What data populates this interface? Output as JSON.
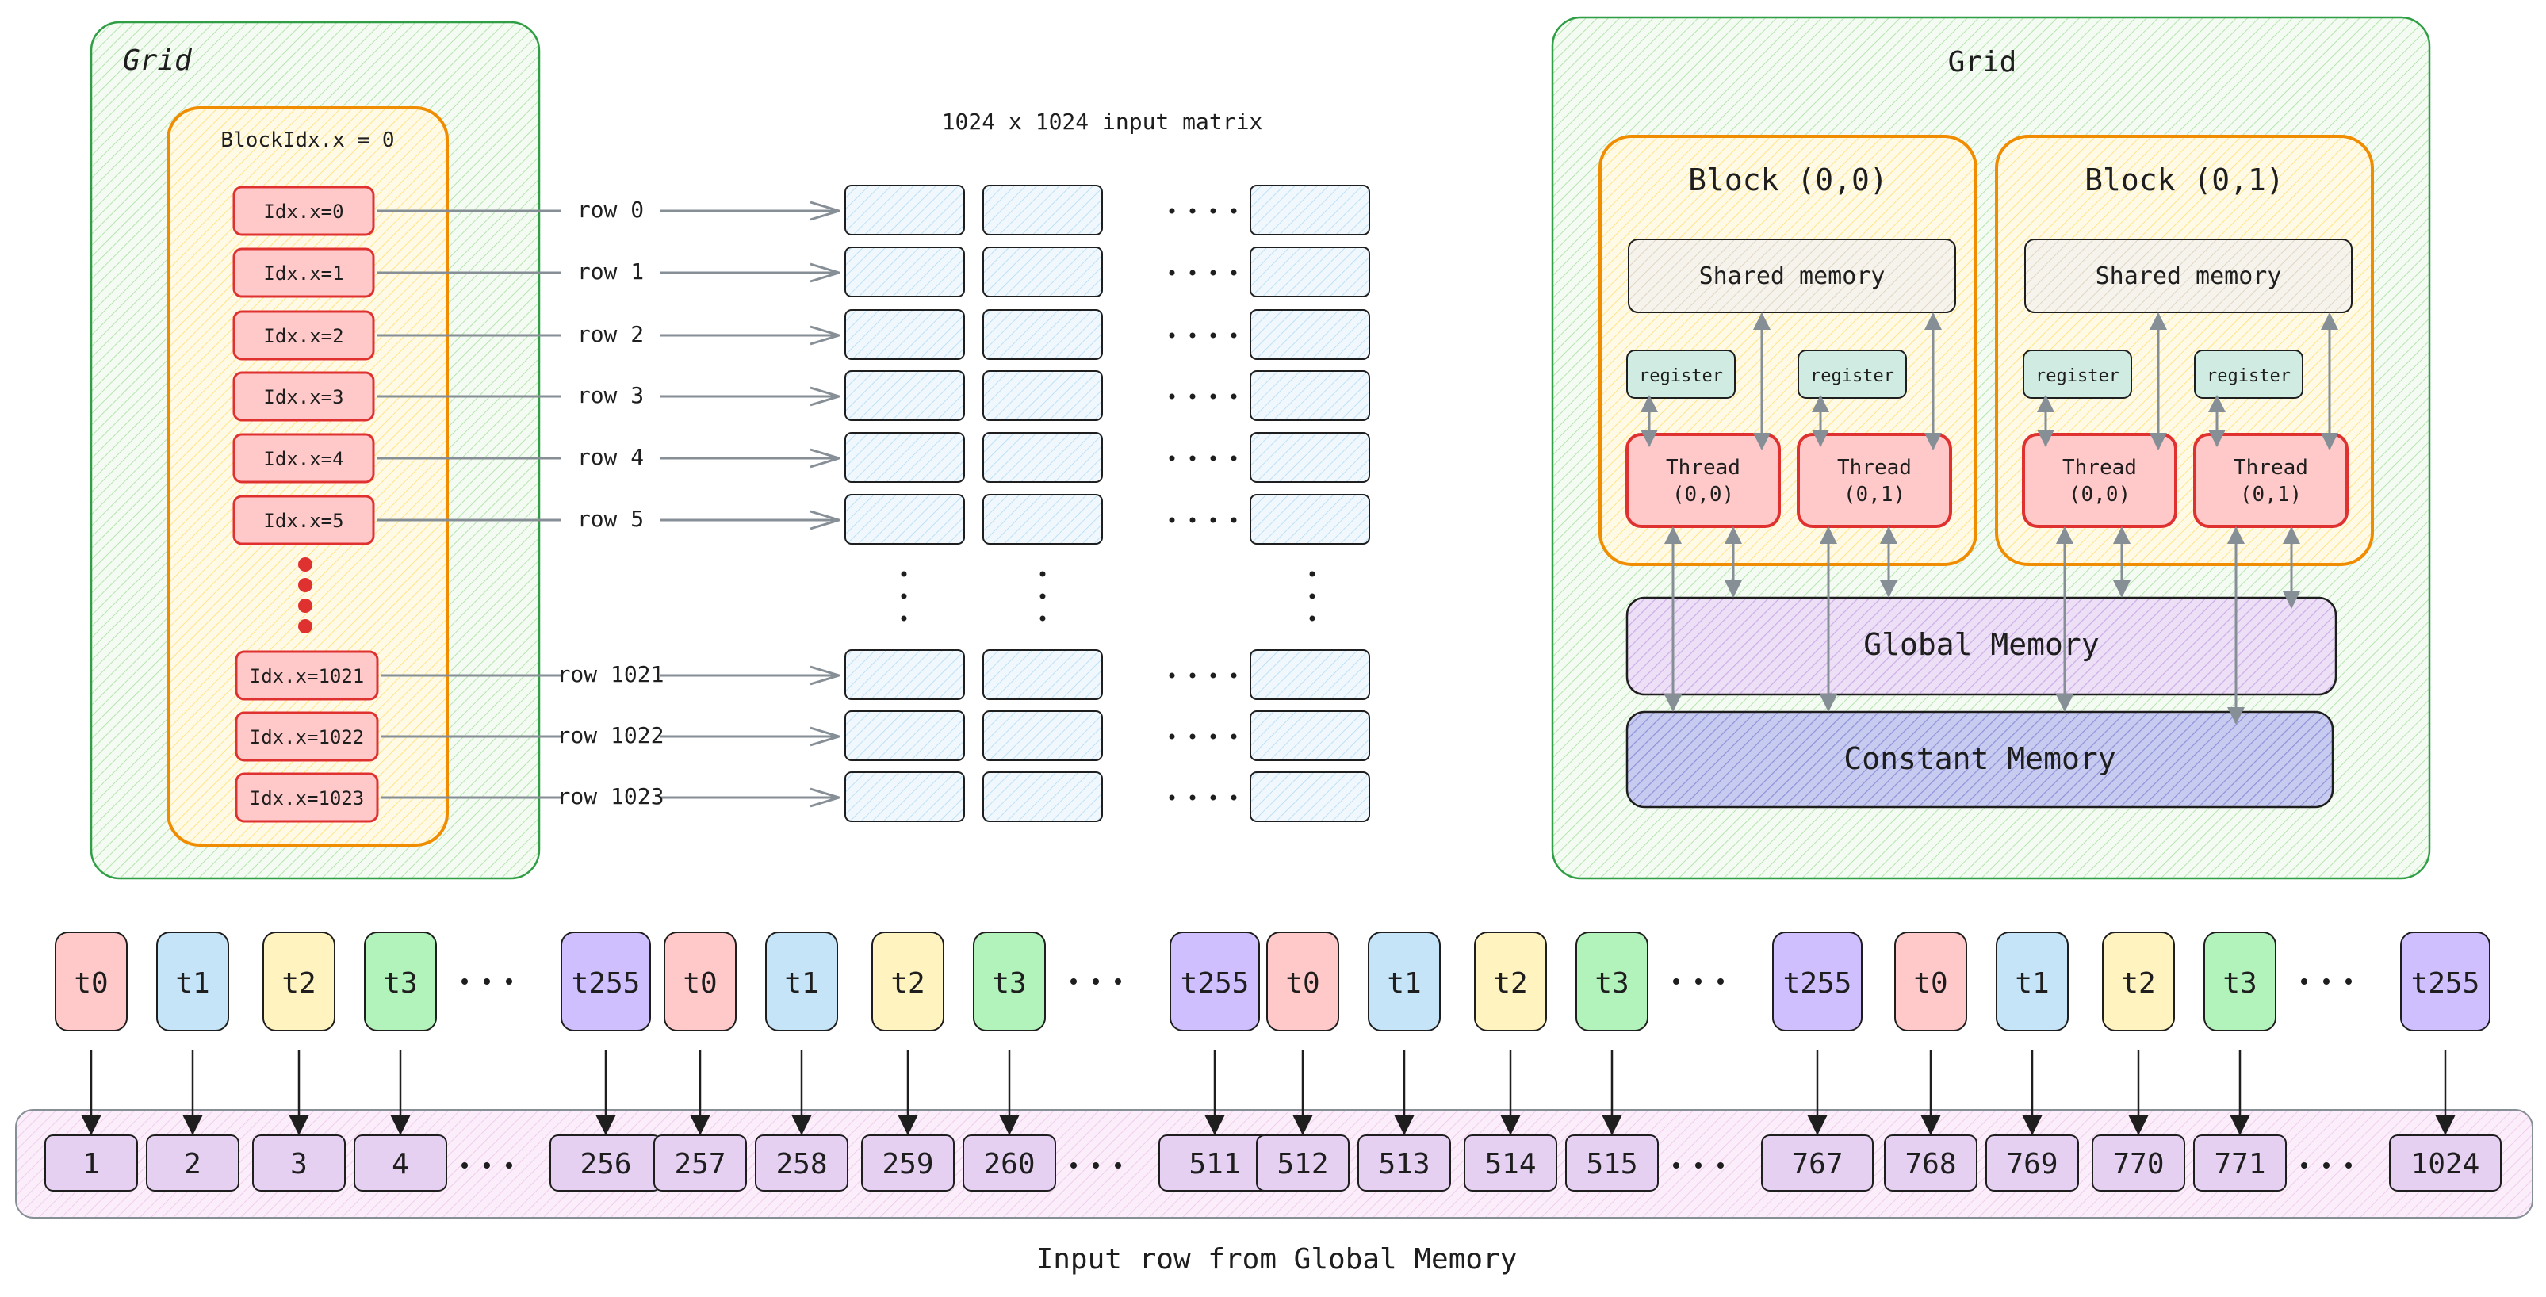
{
  "colors": {
    "green_fill": "#d3f2cf",
    "green_stroke": "#2f9e44",
    "orange_fill": "#ffec99",
    "orange_stroke": "#f08c00",
    "red_fill": "#ffc9c9",
    "red_stroke": "#e03131",
    "cell_fill": "#c5e4f7",
    "shared_fill": "#e9e4d7",
    "register_fill": "#d0ebe2",
    "global_fill": "#e5d0f2",
    "constant_fill": "#b5b9ea",
    "row_fill": "#f6d8f4",
    "arrow_gray": "#868e96",
    "arrow_dark": "#1e1e1e",
    "dot_red": "#e03131"
  },
  "left_panel": {
    "grid_label": "Grid",
    "block_label": "BlockIdx.x = 0",
    "threads_top": [
      "Idx.x=0",
      "Idx.x=1",
      "Idx.x=2",
      "Idx.x=3",
      "Idx.x=4",
      "Idx.x=5"
    ],
    "threads_bottom": [
      "Idx.x=1021",
      "Idx.x=1022",
      "Idx.x=1023"
    ],
    "rows_top": [
      "row 0",
      "row 1",
      "row 2",
      "row 3",
      "row 4",
      "row 5"
    ],
    "rows_bottom": [
      "row 1021",
      "row 1022",
      "row 1023"
    ],
    "matrix_title": "1024 x 1024 input matrix"
  },
  "right_panel": {
    "grid_label": "Grid",
    "blocks": [
      {
        "title": "Block (0,0)",
        "shared": "Shared memory",
        "registers": [
          "register",
          "register"
        ],
        "threads": [
          {
            "line1": "Thread",
            "line2": "(0,0)"
          },
          {
            "line1": "Thread",
            "line2": "(0,1)"
          }
        ]
      },
      {
        "title": "Block (0,1)",
        "shared": "Shared memory",
        "registers": [
          "register",
          "register"
        ],
        "threads": [
          {
            "line1": "Thread",
            "line2": "(0,0)"
          },
          {
            "line1": "Thread",
            "line2": "(0,1)"
          }
        ]
      }
    ],
    "global_memory": "Global Memory",
    "constant_memory": "Constant Memory"
  },
  "bottom": {
    "groups": [
      {
        "threads": [
          "t0",
          "t1",
          "t2",
          "t3",
          "t255"
        ],
        "cells": [
          "1",
          "2",
          "3",
          "4",
          "256"
        ]
      },
      {
        "threads": [
          "t0",
          "t1",
          "t2",
          "t3",
          "t255"
        ],
        "cells": [
          "257",
          "258",
          "259",
          "260",
          "511"
        ]
      },
      {
        "threads": [
          "t0",
          "t1",
          "t2",
          "t3",
          "t255"
        ],
        "cells": [
          "512",
          "513",
          "514",
          "515",
          "767"
        ]
      },
      {
        "threads": [
          "t0",
          "t1",
          "t2",
          "t3",
          "t255"
        ],
        "cells": [
          "768",
          "769",
          "770",
          "771",
          "1024"
        ]
      }
    ],
    "thread_colors": [
      "#ffc9c9",
      "#c5e4f7",
      "#fff3bf",
      "#b2f2bb",
      "#d0bfff"
    ],
    "caption": "Input row from Global Memory"
  }
}
